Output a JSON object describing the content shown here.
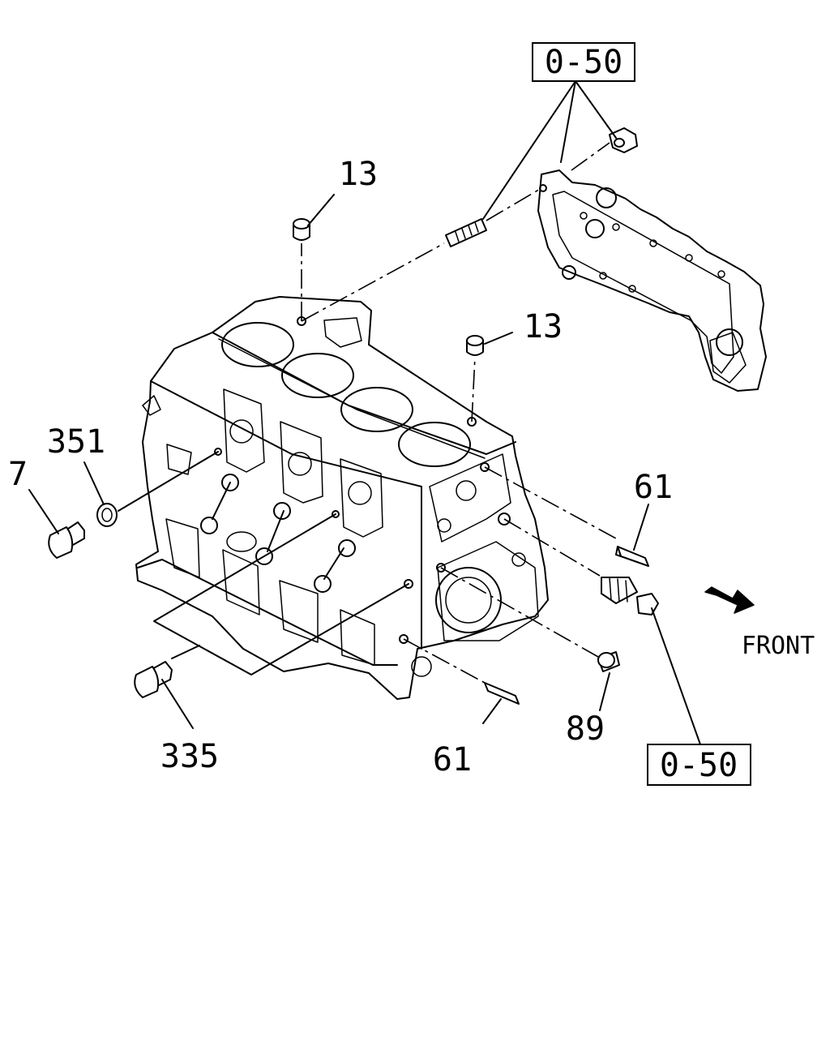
{
  "callouts": {
    "ref_top": "0-50",
    "ref_bottom": "0-50",
    "plug_13_upper": "13",
    "plug_13_lower": "13",
    "plug_351": "351",
    "plug_7": "7",
    "pin_61_right": "61",
    "pin_61_bottom": "61",
    "plug_89": "89",
    "plug_335": "335"
  },
  "orientation": {
    "label": "FRONT",
    "arrow_icon": "front-arrow-icon"
  }
}
